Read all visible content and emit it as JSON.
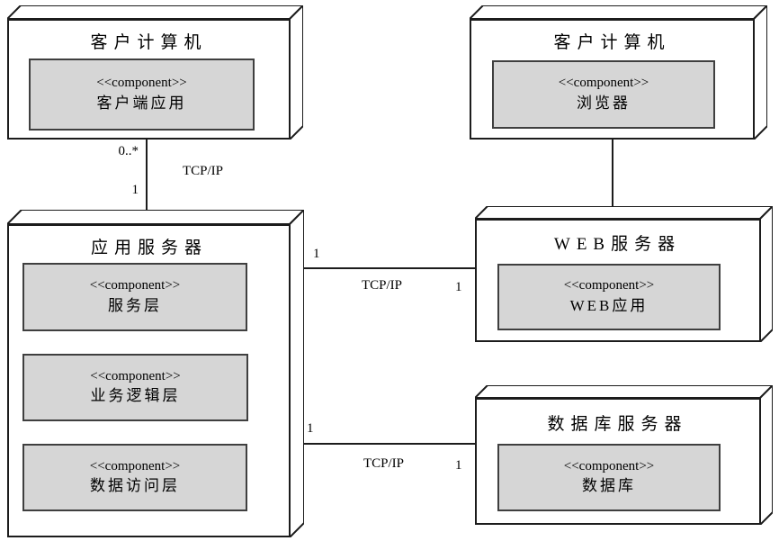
{
  "diagram_type": "uml-deployment-diagram",
  "nodes": [
    {
      "title": "客户计算机",
      "components": [
        {
          "stereotype": "<<component>>",
          "name": "客户端应用"
        }
      ]
    },
    {
      "title": "客户计算机",
      "components": [
        {
          "stereotype": "<<component>>",
          "name": "浏览器"
        }
      ]
    },
    {
      "title": "应用服务器",
      "components": [
        {
          "stereotype": "<<component>>",
          "name": "服务层"
        },
        {
          "stereotype": "<<component>>",
          "name": "业务逻辑层"
        },
        {
          "stereotype": "<<component>>",
          "name": "数据访问层"
        }
      ]
    },
    {
      "title": "WEB服务器",
      "components": [
        {
          "stereotype": "<<component>>",
          "name": "WEB应用"
        }
      ]
    },
    {
      "title": "数据库服务器",
      "components": [
        {
          "stereotype": "<<component>>",
          "name": "数据库"
        }
      ]
    }
  ],
  "connectors": {
    "client_app": {
      "from_label": "0..*",
      "protocol": "TCP/IP",
      "to_label": "1"
    },
    "browser_web": {
      "from_label": "",
      "protocol": "",
      "to_label": ""
    },
    "app_web": {
      "from_label": "1",
      "protocol": "TCP/IP",
      "to_label": "1"
    },
    "app_db": {
      "from_label": "1",
      "protocol": "TCP/IP",
      "to_label": "1"
    }
  },
  "colors": {
    "background": "#ffffff",
    "node_fill": "#ffffff",
    "node_border": "#1c1c1c",
    "component_fill": "#d6d6d6",
    "component_border": "#3f3f3f",
    "line": "#1c1c1c",
    "text": "#000000"
  }
}
